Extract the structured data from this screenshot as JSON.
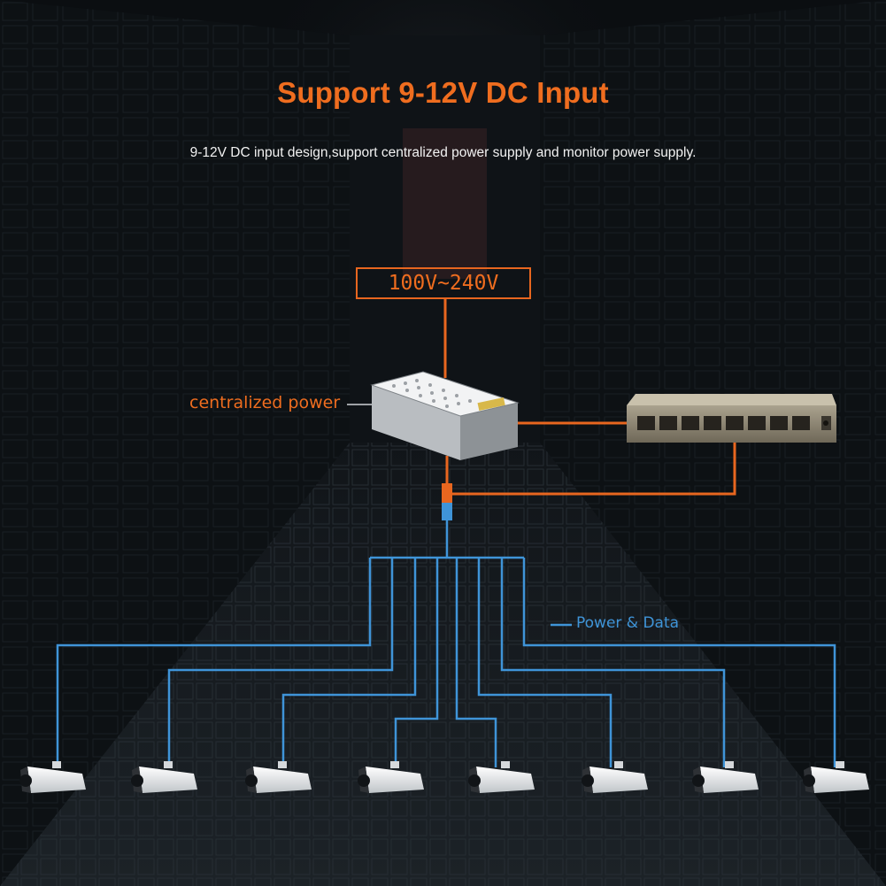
{
  "title": "Support 9-12V DC Input",
  "subtitle": "9-12V DC input design,support centralized power supply and monitor power supply.",
  "diagram": {
    "voltage_label": "100V~240V",
    "power_supply_label": "centralized power",
    "link_label": "Power & Data",
    "camera_count": 8
  },
  "colors": {
    "accent": "#ef6d1f",
    "power_line": "#e8661f",
    "data_line": "#3f94d8",
    "background": "#07090b"
  }
}
